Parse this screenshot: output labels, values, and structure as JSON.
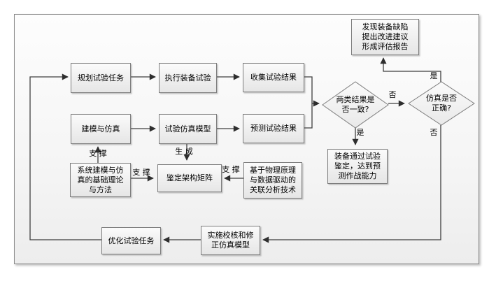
{
  "figure": {
    "type": "flowchart",
    "language": "zh-CN",
    "colors": {
      "line": "#3f3f3f",
      "arrowhead": "#2e2e2e",
      "node_border": "#7d7d7d",
      "node_fill_top": "#fbfbfb",
      "node_fill_bottom": "#e6e6e6",
      "frame_border": "#8a8a8a",
      "background": "#ffffff"
    }
  },
  "nodes": {
    "plan_test_tasks": {
      "text": "规划试验任务"
    },
    "execute_equipment_test": {
      "text": "执行装备试验"
    },
    "collect_test_results": {
      "text": "收集试验结果"
    },
    "modeling_simulation": {
      "text": "建模与仿真"
    },
    "test_simulation_model": {
      "text": "试验仿真模型"
    },
    "predict_test_results": {
      "text": "预测试验结果"
    },
    "defect_report": {
      "text": "发现装备缺陷\n提出改进建议\n形成评估报告"
    },
    "equipment_qualified": {
      "text": "装备通过试验\n鉴定，达到预\n测作战能力"
    },
    "theory_methods": {
      "text": "系统建模与仿\n真的基础理论\n与方法"
    },
    "qualification_matrix": {
      "text": "鉴定架构矩阵"
    },
    "correlation_analysis": {
      "text": "基于物理原理\n与数据驱动的\n关联分析技术"
    },
    "verify_correct_model": {
      "text": "实施校核和修\n正仿真模型"
    },
    "optimize_test_tasks": {
      "text": "优化试验任务"
    }
  },
  "decisions": {
    "results_consistent": {
      "text": "两类结果是\n否一致?"
    },
    "simulation_correct": {
      "text": "仿真是否\n正确?"
    }
  },
  "edge_labels": {
    "support_vertical": "支 撑",
    "support_left": "支 撑",
    "support_right": "支 撑",
    "generate": "生 成",
    "yes_consistent": "是",
    "no_consistent": "否",
    "yes_correct": "是",
    "no_correct": "否"
  }
}
